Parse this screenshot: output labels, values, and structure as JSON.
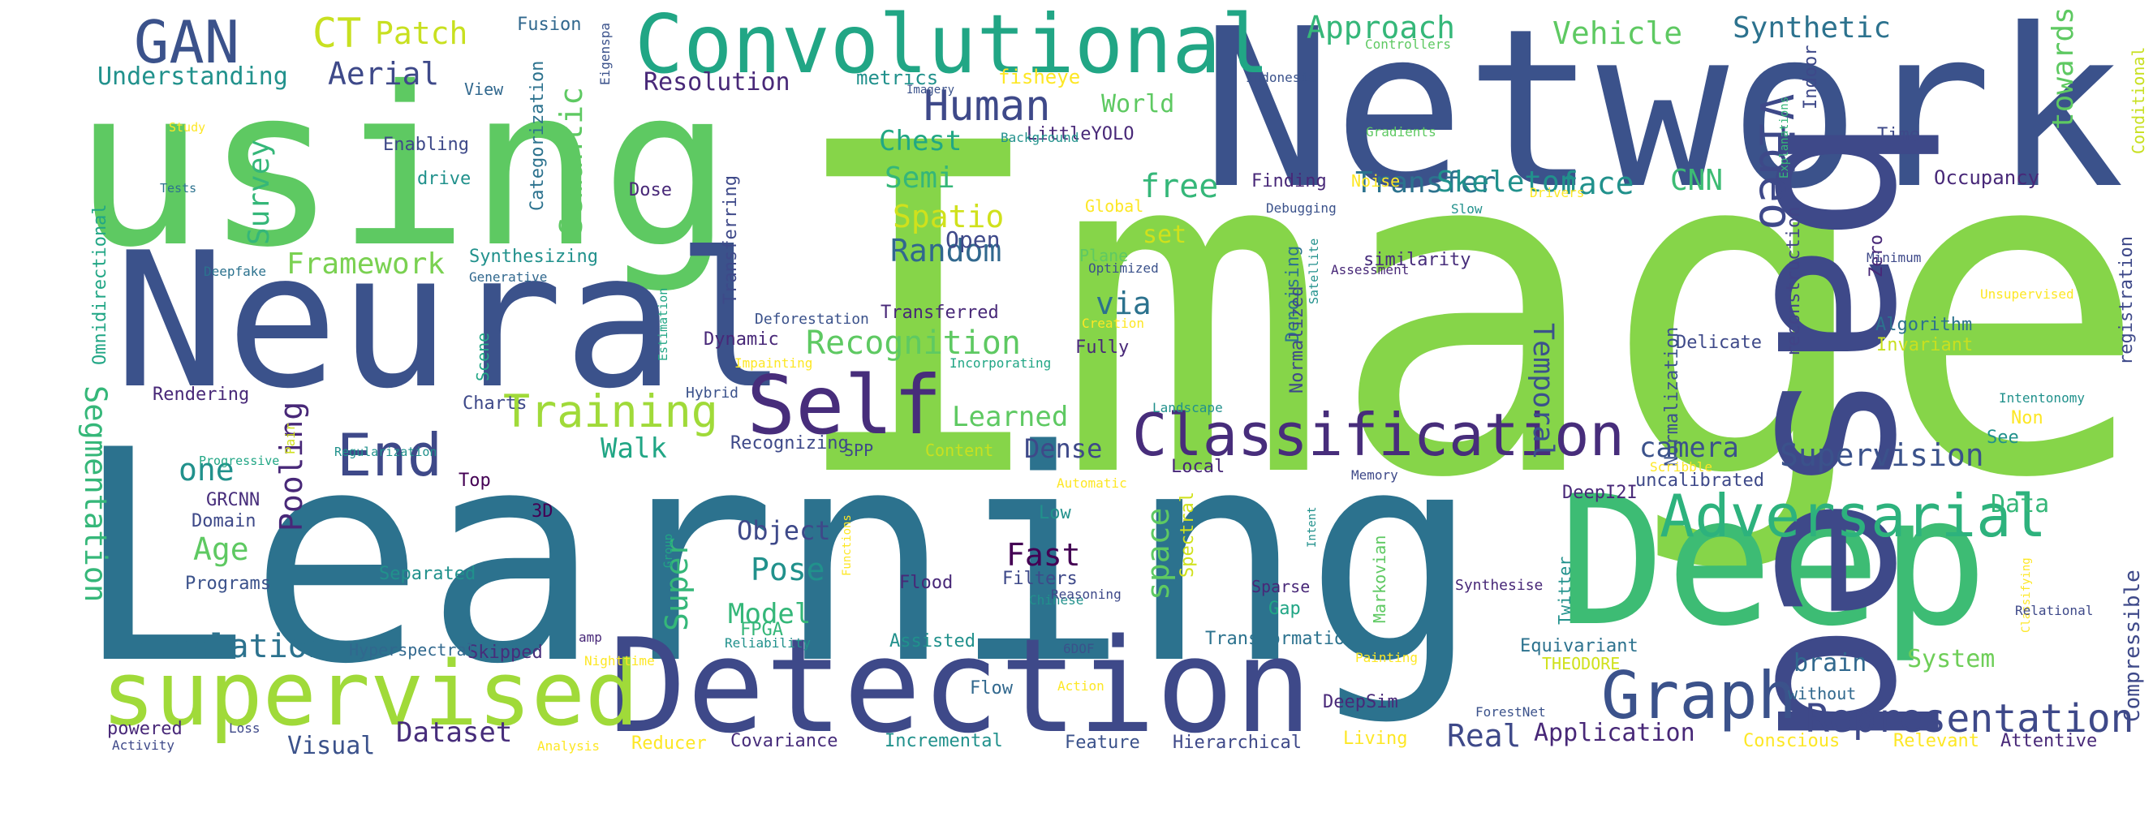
{
  "words": [
    {
      "text": "Image",
      "color": "#86d549"
    },
    {
      "text": "Learning",
      "color": "#2c728e"
    },
    {
      "text": "using",
      "color": "#5ec962"
    },
    {
      "text": "Network",
      "color": "#3b528b"
    },
    {
      "text": "Neural",
      "color": "#3b528b"
    },
    {
      "text": "Deep",
      "color": "#3dbc74"
    },
    {
      "text": "based",
      "color": "#3e4989"
    },
    {
      "text": "Detection",
      "color": "#3e4989"
    },
    {
      "text": "supervised",
      "color": "#a0da39"
    },
    {
      "text": "Convolutional",
      "color": "#21a685"
    },
    {
      "text": "Self",
      "color": "#472d7b"
    },
    {
      "text": "Classification",
      "color": "#472d7b"
    },
    {
      "text": "Adversarial",
      "color": "#2db27d"
    },
    {
      "text": "Graph",
      "color": "#3b528b"
    },
    {
      "text": "End",
      "color": "#3e4989"
    },
    {
      "text": "Training",
      "color": "#a0da39"
    },
    {
      "text": "Representation",
      "color": "#3e4989"
    },
    {
      "text": "GAN",
      "color": "#3b528b"
    },
    {
      "text": "Video",
      "color": "#3e4989"
    },
    {
      "text": "Segmentation",
      "color": "#35b779"
    },
    {
      "text": "Human",
      "color": "#3e4989"
    },
    {
      "text": "Translation",
      "color": "#2c728e"
    },
    {
      "text": "Recognition",
      "color": "#5ec962"
    },
    {
      "text": "Temporal",
      "color": "#3b528b"
    },
    {
      "text": "CT",
      "color": "#c8e020"
    },
    {
      "text": "Patch",
      "color": "#c8e020"
    },
    {
      "text": "Aerial",
      "color": "#3e4989"
    },
    {
      "text": "Approach",
      "color": "#35b779"
    },
    {
      "text": "Vehicle",
      "color": "#5ec962"
    },
    {
      "text": "Synthetic",
      "color": "#2c728e"
    },
    {
      "text": "towards",
      "color": "#5ec962"
    },
    {
      "text": "Understanding",
      "color": "#21918c"
    },
    {
      "text": "Resolution",
      "color": "#482878"
    },
    {
      "text": "metrics",
      "color": "#21918c"
    },
    {
      "text": "fisheye",
      "color": "#fde725"
    },
    {
      "text": "World",
      "color": "#5ec962"
    },
    {
      "text": "Semi",
      "color": "#35b779"
    },
    {
      "text": "Chest",
      "color": "#22a884"
    },
    {
      "text": "Spatio",
      "color": "#d0e11c"
    },
    {
      "text": "Random",
      "color": "#31688e"
    },
    {
      "text": "Semantic",
      "color": "#5ec962"
    },
    {
      "text": "Survey",
      "color": "#35b779"
    },
    {
      "text": "Framework",
      "color": "#7ad151"
    },
    {
      "text": "Transfer",
      "color": "#2c728e"
    },
    {
      "text": "Skeleton",
      "color": "#21918c"
    },
    {
      "text": "face",
      "color": "#21918c"
    },
    {
      "text": "CNN",
      "color": "#3dbc74"
    },
    {
      "text": "free",
      "color": "#35b779"
    },
    {
      "text": "via",
      "color": "#2c728e"
    },
    {
      "text": "Open",
      "color": "#3e4989"
    },
    {
      "text": "Pooling",
      "color": "#482878"
    },
    {
      "text": "Walk",
      "color": "#21a685"
    },
    {
      "text": "Learned",
      "color": "#5ec962"
    },
    {
      "text": "Dense",
      "color": "#3e4989"
    },
    {
      "text": "camera",
      "color": "#3b528b"
    },
    {
      "text": "Supervision",
      "color": "#3b528b"
    },
    {
      "text": "one",
      "color": "#21918c"
    },
    {
      "text": "Age",
      "color": "#5ec962"
    },
    {
      "text": "Object",
      "color": "#3e4989"
    },
    {
      "text": "Pose",
      "color": "#21918c"
    },
    {
      "text": "Fast",
      "color": "#440154"
    },
    {
      "text": "space",
      "color": "#5ec962"
    },
    {
      "text": "Super",
      "color": "#35b779"
    },
    {
      "text": "Model",
      "color": "#35b779"
    },
    {
      "text": "Data",
      "color": "#35b779"
    },
    {
      "text": "Dataset",
      "color": "#472d7b"
    },
    {
      "text": "Real",
      "color": "#3e4989"
    },
    {
      "text": "Application",
      "color": "#482878"
    },
    {
      "text": "brain",
      "color": "#31688e"
    },
    {
      "text": "System",
      "color": "#6ece58"
    },
    {
      "text": "Compressible",
      "color": "#3e4989"
    },
    {
      "text": "Visual",
      "color": "#3b528b"
    },
    {
      "text": "Occupancy",
      "color": "#482878"
    },
    {
      "text": "Algorithm",
      "color": "#2c728e"
    },
    {
      "text": "Invariant",
      "color": "#c8e020"
    },
    {
      "text": "Delicate",
      "color": "#3e4989"
    },
    {
      "text": "Fusion",
      "color": "#31688e"
    },
    {
      "text": "Indoor",
      "color": "#3e4989"
    },
    {
      "text": "Time",
      "color": "#3e4989"
    },
    {
      "text": "Enabling",
      "color": "#3e4989"
    },
    {
      "text": "drive",
      "color": "#21918c"
    },
    {
      "text": "Dose",
      "color": "#482878"
    },
    {
      "text": "Transferring",
      "color": "#3e4989"
    },
    {
      "text": "Synthesizing",
      "color": "#21918c"
    },
    {
      "text": "Transferred",
      "color": "#482878"
    },
    {
      "text": "Dynamic",
      "color": "#482878"
    },
    {
      "text": "Fully",
      "color": "#482878"
    },
    {
      "text": "set",
      "color": "#d0e11c"
    },
    {
      "text": "Finding",
      "color": "#482878"
    },
    {
      "text": "similarity",
      "color": "#472d7b"
    },
    {
      "text": "Denoising",
      "color": "#2c728e"
    },
    {
      "text": "Normalized",
      "color": "#3e4989"
    },
    {
      "text": "Normalization",
      "color": "#3b528b"
    },
    {
      "text": "reconstruction",
      "color": "#414487"
    },
    {
      "text": "registration",
      "color": "#3e4989"
    },
    {
      "text": "Conditional",
      "color": "#c8e020"
    },
    {
      "text": "Zero",
      "color": "#482878"
    },
    {
      "text": "Categorization",
      "color": "#2c728e"
    },
    {
      "text": "LittleYOLO",
      "color": "#482878"
    },
    {
      "text": "View",
      "color": "#31688e"
    },
    {
      "text": "Omnidirectional",
      "color": "#21a685"
    },
    {
      "text": "Rendering",
      "color": "#482878"
    },
    {
      "text": "Charts",
      "color": "#3e4989"
    },
    {
      "text": "Top",
      "color": "#440154"
    },
    {
      "text": "3D",
      "color": "#440154"
    },
    {
      "text": "GRCNN",
      "color": "#472d7b"
    },
    {
      "text": "Domain",
      "color": "#3e4989"
    },
    {
      "text": "Programs",
      "color": "#3b528b"
    },
    {
      "text": "Separated",
      "color": "#21918c"
    },
    {
      "text": "Skipped",
      "color": "#472d7b"
    },
    {
      "text": "Recognizing",
      "color": "#3e4989"
    },
    {
      "text": "SPP",
      "color": "#3e4989"
    },
    {
      "text": "Content",
      "color": "#c8e020"
    },
    {
      "text": "Local",
      "color": "#482878"
    },
    {
      "text": "Low",
      "color": "#21918c"
    },
    {
      "text": "Flood",
      "color": "#482878"
    },
    {
      "text": "Filters",
      "color": "#3e4989"
    },
    {
      "text": "FPGA",
      "color": "#35b779"
    },
    {
      "text": "Assisted",
      "color": "#21918c"
    },
    {
      "text": "Flow",
      "color": "#31688e"
    },
    {
      "text": "Incremental",
      "color": "#21918c"
    },
    {
      "text": "Covariance",
      "color": "#472d7b"
    },
    {
      "text": "Feature",
      "color": "#3b528b"
    },
    {
      "text": "Hierarchical",
      "color": "#3e4989"
    },
    {
      "text": "Living",
      "color": "#fde725"
    },
    {
      "text": "DeepSim",
      "color": "#482878"
    },
    {
      "text": "Transformation",
      "color": "#2c728e"
    },
    {
      "text": "Gap",
      "color": "#21a685"
    },
    {
      "text": "Sparse",
      "color": "#482878"
    },
    {
      "text": "Markovian",
      "color": "#5ec962"
    },
    {
      "text": "DeepI2I",
      "color": "#482878"
    },
    {
      "text": "uncalibrated",
      "color": "#3e4989"
    },
    {
      "text": "Equivariant",
      "color": "#2c728e"
    },
    {
      "text": "THEODORE",
      "color": "#d0e11c"
    },
    {
      "text": "without",
      "color": "#31688e"
    },
    {
      "text": "Conscious",
      "color": "#fde725"
    },
    {
      "text": "Relevant",
      "color": "#fde725"
    },
    {
      "text": "Attentive",
      "color": "#482878"
    },
    {
      "text": "Twitter",
      "color": "#21918c"
    },
    {
      "text": "Synthesise",
      "color": "#482878"
    },
    {
      "text": "Hyperspectral",
      "color": "#31688e"
    },
    {
      "text": "amp",
      "color": "#482878"
    },
    {
      "text": "powered",
      "color": "#482878"
    },
    {
      "text": "Reducer",
      "color": "#fde725"
    },
    {
      "text": "See",
      "color": "#21918c"
    },
    {
      "text": "Non",
      "color": "#fde725"
    },
    {
      "text": "Spectral",
      "color": "#d0e11c"
    },
    {
      "text": "Pair",
      "color": "#d0e11c"
    },
    {
      "text": "Scene",
      "color": "#21a685"
    },
    {
      "text": "Deforestation",
      "color": "#3b528b"
    },
    {
      "text": "Hybrid",
      "color": "#3b528b"
    },
    {
      "text": "Noise",
      "color": "#fde725"
    },
    {
      "text": "Global",
      "color": "#fde725"
    },
    {
      "text": "Plane",
      "color": "#5ec962"
    },
    {
      "text": "Controllers",
      "color": "#5ec962"
    },
    {
      "text": "Eigenspa",
      "color": "#3b528b"
    },
    {
      "text": "Imagery",
      "color": "#3b528b"
    },
    {
      "text": "Indonesia",
      "color": "#3b528b"
    },
    {
      "text": "Background",
      "color": "#21918c"
    },
    {
      "text": "Gradients",
      "color": "#5ec962"
    },
    {
      "text": "Explanations",
      "color": "#35b779"
    },
    {
      "text": "Study",
      "color": "#fde725"
    },
    {
      "text": "Tests",
      "color": "#2c728e"
    },
    {
      "text": "Deepfake",
      "color": "#2c728e"
    },
    {
      "text": "Generative",
      "color": "#31688e"
    },
    {
      "text": "Estimation",
      "color": "#21a685"
    },
    {
      "text": "Optimized",
      "color": "#3b528b"
    },
    {
      "text": "Creation",
      "color": "#fde725"
    },
    {
      "text": "Impainting",
      "color": "#fde725"
    },
    {
      "text": "Incorporating",
      "color": "#21a685"
    },
    {
      "text": "Satellite",
      "color": "#21918c"
    },
    {
      "text": "Assessment",
      "color": "#482878"
    },
    {
      "text": "Debugging",
      "color": "#3b528b"
    },
    {
      "text": "Drivers",
      "color": "#fde725"
    },
    {
      "text": "Slow",
      "color": "#21918c"
    },
    {
      "text": "Minimum",
      "color": "#3e4989"
    },
    {
      "text": "Unsupervised",
      "color": "#fde725"
    },
    {
      "text": "Intentonomy",
      "color": "#21918c"
    },
    {
      "text": "Landscape",
      "color": "#21918c"
    },
    {
      "text": "Scribble",
      "color": "#fde725"
    },
    {
      "text": "Progressive",
      "color": "#21a685"
    },
    {
      "text": "Regularization",
      "color": "#21918c"
    },
    {
      "text": "Automatic",
      "color": "#fde725"
    },
    {
      "text": "Memory",
      "color": "#3e4989"
    },
    {
      "text": "Intent",
      "color": "#21918c"
    },
    {
      "text": "Group",
      "color": "#21a685"
    },
    {
      "text": "Functions",
      "color": "#fde725"
    },
    {
      "text": "Chinese",
      "color": "#21918c"
    },
    {
      "text": "Reasoning",
      "color": "#3e4989"
    },
    {
      "text": "Reliability",
      "color": "#21918c"
    },
    {
      "text": "6DOF",
      "color": "#3b528b"
    },
    {
      "text": "Nighttime",
      "color": "#fde725"
    },
    {
      "text": "Action",
      "color": "#fde725"
    },
    {
      "text": "Painting",
      "color": "#fde725"
    },
    {
      "text": "ForestNet",
      "color": "#3b528b"
    },
    {
      "text": "Classifying",
      "color": "#fde725"
    },
    {
      "text": "Relational",
      "color": "#3e4989"
    },
    {
      "text": "Activity",
      "color": "#3e4989"
    },
    {
      "text": "Loss",
      "color": "#3e4989"
    },
    {
      "text": "Analysis",
      "color": "#fde725"
    }
  ]
}
